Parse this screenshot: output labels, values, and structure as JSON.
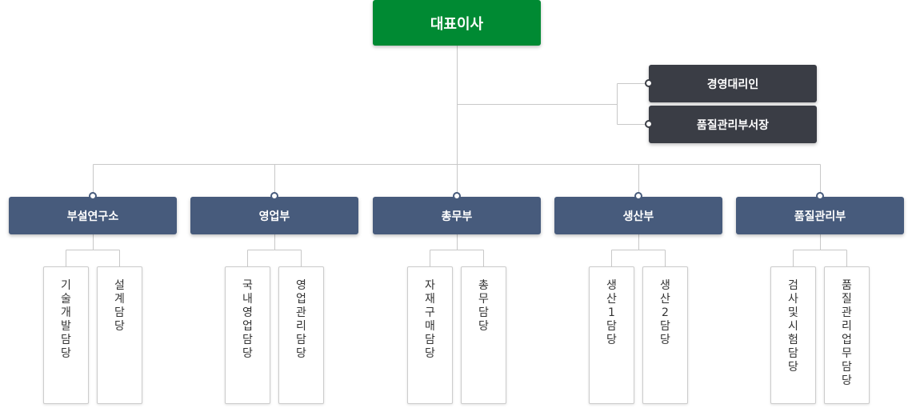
{
  "ceo": "대표이사",
  "staff": {
    "deputy": "경영대리인",
    "quality_manager": "품질관리부서장"
  },
  "departments": [
    {
      "name": "부설연구소",
      "teams": [
        "기술개발담당",
        "설계담당"
      ]
    },
    {
      "name": "영업부",
      "teams": [
        "국내영업담당",
        "영업관리담당"
      ]
    },
    {
      "name": "총무부",
      "teams": [
        "자재구매담당",
        "총무담당"
      ]
    },
    {
      "name": "생산부",
      "teams": [
        "생산1담당",
        "생산2담당"
      ]
    },
    {
      "name": "품질관리부",
      "teams": [
        "검사및시험담당",
        "품질관리업무담당"
      ]
    }
  ],
  "colors": {
    "ceo": "#008a33",
    "staff": "#3a3d45",
    "department": "#475b7c",
    "line": "#c8c8c8"
  }
}
